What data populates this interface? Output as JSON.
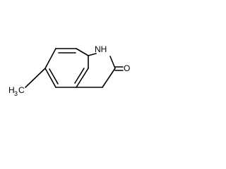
{
  "molecule": {
    "atoms": {
      "nh": "NH",
      "o": "O",
      "methyl_main": "H",
      "methyl_sub": "3",
      "methyl_tail": "C"
    }
  }
}
